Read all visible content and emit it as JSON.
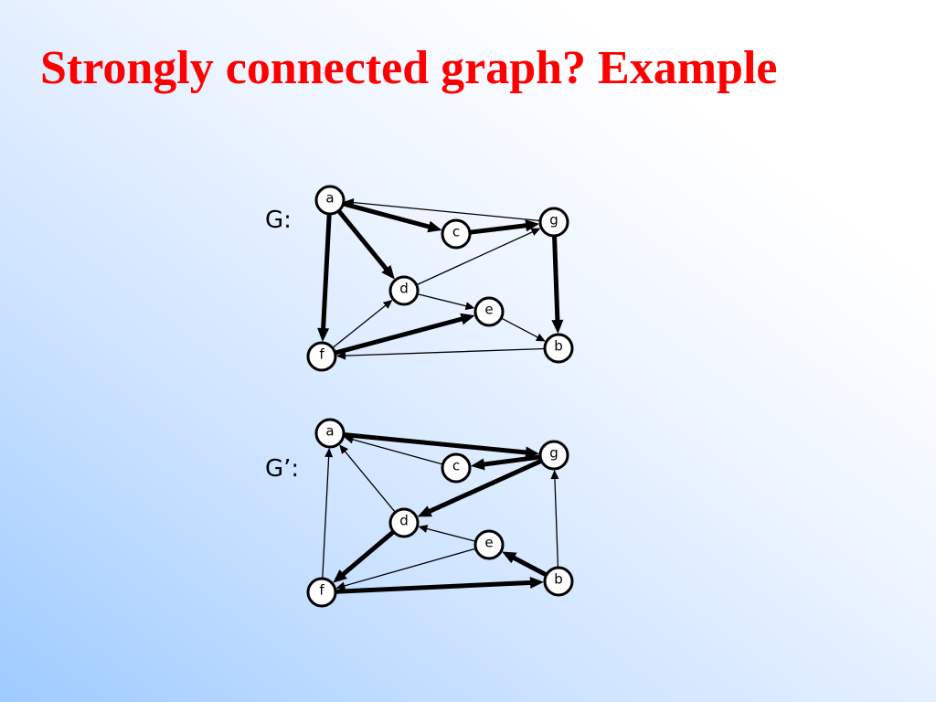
{
  "title": "Strongly connected graph? Example",
  "graphs": [
    {
      "label": "G:",
      "nodes": [
        "a",
        "b",
        "c",
        "d",
        "e",
        "f",
        "g"
      ],
      "edges": [
        {
          "from": "g",
          "to": "a",
          "bold": false
        },
        {
          "from": "a",
          "to": "c",
          "bold": true
        },
        {
          "from": "c",
          "to": "g",
          "bold": true
        },
        {
          "from": "a",
          "to": "d",
          "bold": true
        },
        {
          "from": "a",
          "to": "f",
          "bold": true
        },
        {
          "from": "d",
          "to": "g",
          "bold": false
        },
        {
          "from": "d",
          "to": "e",
          "bold": false
        },
        {
          "from": "f",
          "to": "d",
          "bold": false
        },
        {
          "from": "f",
          "to": "e",
          "bold": true
        },
        {
          "from": "g",
          "to": "b",
          "bold": true
        },
        {
          "from": "e",
          "to": "b",
          "bold": false
        },
        {
          "from": "b",
          "to": "f",
          "bold": false
        }
      ]
    },
    {
      "label": "G’:",
      "nodes": [
        "a",
        "b",
        "c",
        "d",
        "e",
        "f",
        "g"
      ],
      "edges": [
        {
          "from": "a",
          "to": "g",
          "bold": true
        },
        {
          "from": "c",
          "to": "a",
          "bold": false
        },
        {
          "from": "g",
          "to": "c",
          "bold": true
        },
        {
          "from": "d",
          "to": "a",
          "bold": false
        },
        {
          "from": "f",
          "to": "a",
          "bold": false
        },
        {
          "from": "g",
          "to": "d",
          "bold": true
        },
        {
          "from": "e",
          "to": "d",
          "bold": false
        },
        {
          "from": "d",
          "to": "f",
          "bold": true
        },
        {
          "from": "e",
          "to": "f",
          "bold": false
        },
        {
          "from": "b",
          "to": "g",
          "bold": false
        },
        {
          "from": "b",
          "to": "e",
          "bold": true
        },
        {
          "from": "f",
          "to": "b",
          "bold": true
        }
      ]
    }
  ]
}
